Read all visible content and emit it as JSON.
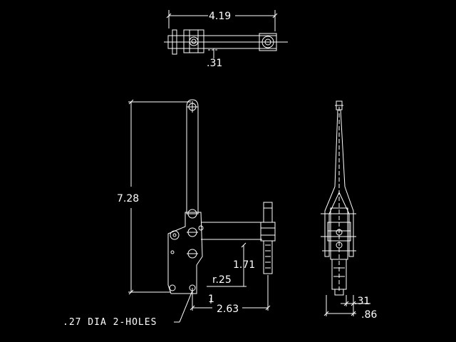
{
  "background": "#000000",
  "line_color": "#ffffff",
  "dimensions": {
    "top_width": "4.19",
    "top_offset": ".31",
    "height": "7.28",
    "vertical": "1.71",
    "radius": "r.25",
    "marker": "1",
    "horizontal": "2.63",
    "side_small": ".31",
    "side_width": ".86"
  },
  "callout": {
    "holes": ".27 DIA 2-HOLES"
  }
}
